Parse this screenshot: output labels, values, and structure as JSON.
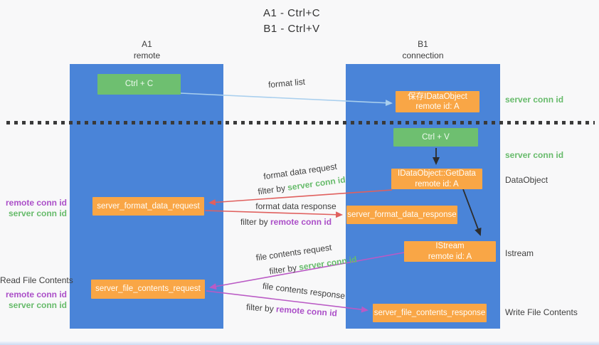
{
  "title": {
    "line1": "A1 - Ctrl+C",
    "line2": "B1 - Ctrl+V"
  },
  "columns": {
    "left": {
      "name": "A1",
      "role": "remote"
    },
    "right": {
      "name": "B1",
      "role": "connection"
    }
  },
  "boxes": {
    "ctrl_c": {
      "label": "Ctrl + C"
    },
    "save_dataobject": {
      "line1": "保存IDataObject",
      "line2": "remote id: A"
    },
    "ctrl_v": {
      "label": "Ctrl + V"
    },
    "getdata": {
      "line1": "IDataObject::GetData",
      "line2": "remote id: A"
    },
    "istream": {
      "line1": "IStream",
      "line2": "remote id: A"
    },
    "format_request": {
      "label": "server_format_data_request"
    },
    "format_response": {
      "label": "server_format_data_response"
    },
    "file_request": {
      "label": "server_file_contents_request"
    },
    "file_response": {
      "label": "server_file_contents_response"
    }
  },
  "flows": {
    "format_list": {
      "label": "format list"
    },
    "format_request": {
      "label": "format data request",
      "filter_prefix": "filter by",
      "filter_key": "server conn id"
    },
    "format_response": {
      "label": "format data response",
      "filter_prefix": "filter by",
      "filter_key": "remote conn id"
    },
    "file_request": {
      "label": "file contents request",
      "filter_prefix": "filter by",
      "filter_key": "server conn id"
    },
    "file_response": {
      "label": "file contents response",
      "filter_prefix": "filter by",
      "filter_key": "remote conn id"
    }
  },
  "side_labels": {
    "right_top_server_conn": "server conn id",
    "right_mid_server_conn": "server conn id",
    "dataobject": "DataObject",
    "istream": "Istream",
    "write_file_contents": "Write File Contents",
    "left_format_remote_conn": "remote conn id",
    "left_format_server_conn": "server conn id",
    "read_file_contents": "Read File Contents",
    "left_file_remote_conn": "remote conn id",
    "left_file_server_conn": "server conn id"
  },
  "colors": {
    "column_blue": "#4a84d8",
    "box_green": "#6ebf70",
    "box_orange": "#f9a646",
    "arrow_red": "#e0605e",
    "arrow_purple": "#ba5ac5",
    "arrow_lightblue": "#a9cfee",
    "arrow_black": "#2d2d2d",
    "text_green": "#67bb6b",
    "text_purple": "#ab4fc8",
    "text_dark": "#3f3f3f"
  }
}
